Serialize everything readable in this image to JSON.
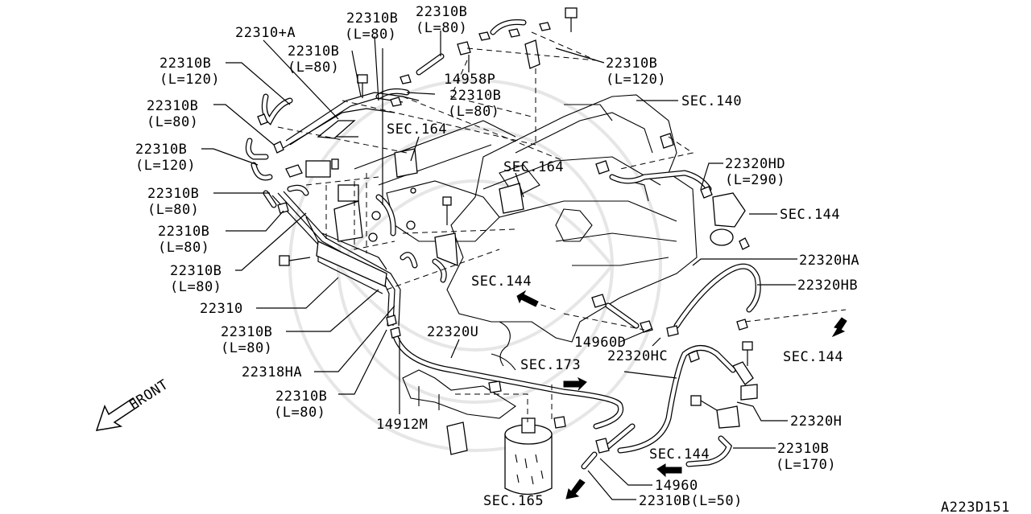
{
  "diagram_code": "A223D151",
  "callouts": {
    "c1": {
      "line1": "22310+A",
      "line2": ""
    },
    "c2": {
      "line1": "22310B",
      "line2": "(L=80)"
    },
    "c3": {
      "line1": "22310B",
      "line2": "(L=80)"
    },
    "c4": {
      "line1": "22310B",
      "line2": "(L=120)"
    },
    "c5": {
      "line1": "22310B",
      "line2": "(L=80)"
    },
    "c6": {
      "line1": "22310B",
      "line2": "(L=80)"
    },
    "c7": {
      "line1": "22310B",
      "line2": "(L=120)"
    },
    "c8": {
      "line1": "22310B",
      "line2": "(L=80)"
    },
    "c9": {
      "line1": "22310B",
      "line2": "(L=120)"
    },
    "c10": {
      "line1": "22310B",
      "line2": "(L=80)"
    },
    "c11": {
      "line1": "22310B",
      "line2": "(L=80)"
    },
    "c12": {
      "line1": "22310B",
      "line2": "(L=80)"
    },
    "c13": {
      "line1": "22310",
      "line2": ""
    },
    "c14": {
      "line1": "22310B",
      "line2": "(L=80)"
    },
    "c15": {
      "line1": "22318HA",
      "line2": ""
    },
    "c16": {
      "line1": "22310B",
      "line2": "(L=80)"
    },
    "c17": {
      "line1": "14912M",
      "line2": ""
    },
    "c18": {
      "line1": "14958P",
      "line2": ""
    },
    "c19": {
      "line1": "SEC.164",
      "line2": ""
    },
    "c20": {
      "line1": "SEC.164",
      "line2": ""
    },
    "c21": {
      "line1": "SEC.140",
      "line2": ""
    },
    "c22": {
      "line1": "22320HD",
      "line2": "(L=290)"
    },
    "c23": {
      "line1": "SEC.144",
      "line2": ""
    },
    "c24": {
      "line1": "22320HA",
      "line2": ""
    },
    "c25": {
      "line1": "22320HB",
      "line2": ""
    },
    "c26": {
      "line1": "SEC.144",
      "line2": ""
    },
    "c27": {
      "line1": "SEC.144",
      "line2": ""
    },
    "c28": {
      "line1": "14960D",
      "line2": ""
    },
    "c29": {
      "line1": "22320HC",
      "line2": ""
    },
    "c30": {
      "line1": "22320U",
      "line2": ""
    },
    "c31": {
      "line1": "SEC.173",
      "line2": ""
    },
    "c32": {
      "line1": "22320H",
      "line2": ""
    },
    "c33": {
      "line1": "22310B",
      "line2": "(L=170)"
    },
    "c34": {
      "line1": "SEC.144",
      "line2": ""
    },
    "c35": {
      "line1": "14960",
      "line2": ""
    },
    "c36": {
      "line1": "SEC.165",
      "line2": ""
    },
    "c37": {
      "line1": "22310B(L=50)",
      "line2": ""
    }
  },
  "front_label": "FRONT"
}
